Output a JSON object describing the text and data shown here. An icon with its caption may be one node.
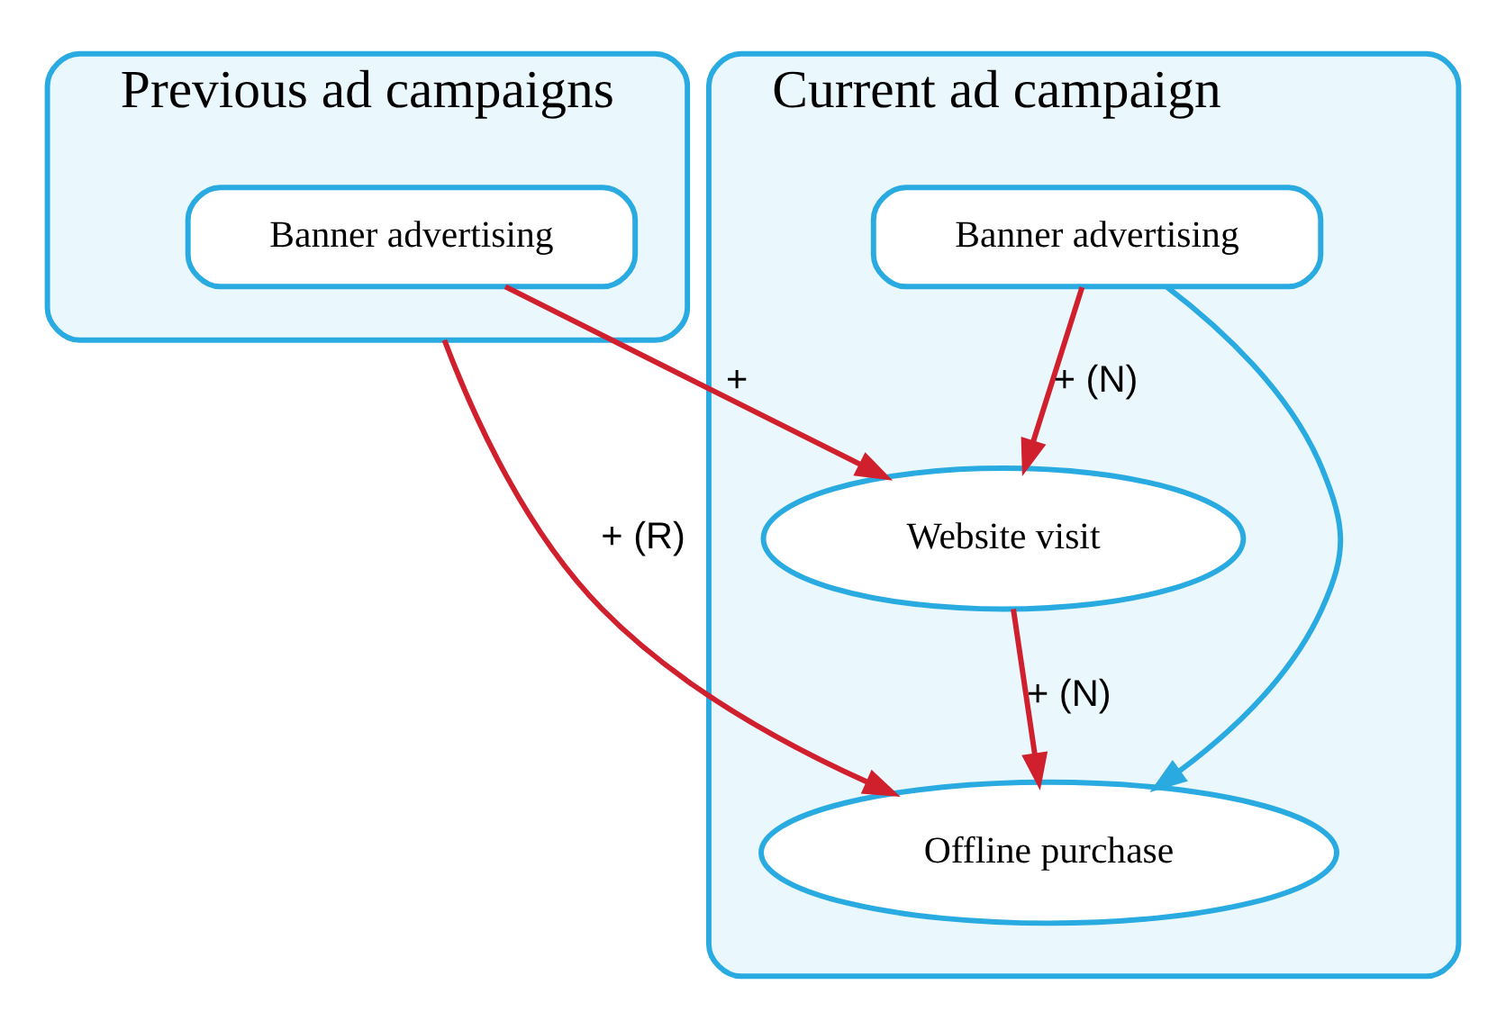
{
  "diagram": {
    "nodes": [
      {
        "text": [
          "Previous ad campaigns"
        ]
      },
      {
        "text": [
          "Banner advertising"
        ],
        "in": 0
      },
      {
        "text": [
          "Current ad campaign"
        ]
      },
      {
        "text": [
          "Banner advertising"
        ],
        "in": 2
      },
      {
        "text": [
          "Website visit"
        ],
        "in": 2
      },
      {
        "text": [
          "Offline purchase"
        ],
        "in": 2
      }
    ],
    "edges": [
      {
        "from": 0,
        "to": 5,
        "arrow": "to",
        "label": "+ (R)"
      },
      {
        "from": 1,
        "to": 4,
        "arrow": "to",
        "label": "+"
      },
      {
        "from": 3,
        "to": 4,
        "arrow": "to",
        "label": "+ (N)"
      },
      {
        "from": 4,
        "to": 5,
        "arrow": "to",
        "label": "+ (N)"
      },
      {
        "from": 3,
        "to": 5,
        "arrow": "to",
        "color": "#29abe2"
      }
    ]
  }
}
